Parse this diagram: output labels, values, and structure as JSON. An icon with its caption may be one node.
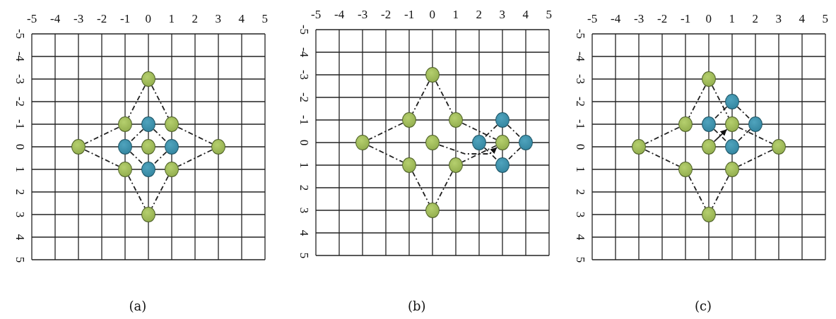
{
  "diagram": {
    "nodes": [
      {
        "text": [],
        "shape": "circle"
      },
      {
        "text": [],
        "shape": "circle"
      },
      {
        "text": [],
        "shape": "circle"
      },
      {
        "text": [],
        "shape": "circle"
      },
      {
        "text": [],
        "shape": "circle"
      },
      {
        "text": [],
        "shape": "circle"
      },
      {
        "text": [],
        "shape": "circle"
      },
      {
        "text": [],
        "shape": "circle"
      },
      {
        "text": [],
        "shape": "circle"
      },
      {
        "text": [],
        "shape": "circle"
      },
      {
        "text": [],
        "shape": "circle"
      },
      {
        "text": [],
        "shape": "circle"
      },
      {
        "text": [],
        "shape": "circle"
      },
      {
        "text": [],
        "shape": "circle"
      },
      {
        "text": [],
        "shape": "circle"
      },
      {
        "text": [],
        "shape": "circle"
      },
      {
        "text": [],
        "shape": "circle"
      },
      {
        "text": [],
        "shape": "circle"
      },
      {
        "text": [],
        "shape": "circle"
      },
      {
        "text": [],
        "shape": "circle"
      },
      {
        "text": [],
        "shape": "circle"
      },
      {
        "text": [],
        "shape": "circle"
      },
      {
        "text": [],
        "shape": "circle"
      },
      {
        "text": [],
        "shape": "circle"
      },
      {
        "text": [],
        "shape": "circle"
      },
      {
        "text": [],
        "shape": "circle"
      },
      {
        "text": [],
        "shape": "circle"
      },
      {
        "text": [],
        "shape": "circle"
      },
      {
        "text": [],
        "shape": "circle"
      },
      {
        "text": [],
        "shape": "circle"
      },
      {
        "text": [],
        "shape": "circle"
      },
      {
        "text": [],
        "shape": "circle"
      },
      {
        "text": [],
        "shape": "circle"
      },
      {
        "text": [],
        "shape": "circle"
      },
      {
        "text": [],
        "shape": "circle"
      },
      {
        "text": [],
        "shape": "circle"
      },
      {
        "text": [],
        "shape": "circle"
      },
      {
        "text": [],
        "shape": "circle"
      },
      {
        "text": [],
        "shape": "circle"
      }
    ],
    "edges": [
      {
        "from": 0,
        "to": 1,
        "arrow": "none",
        "style": "dashed"
      },
      {
        "from": 0,
        "to": 3,
        "arrow": "none",
        "style": "dashed"
      },
      {
        "from": 1,
        "to": 4,
        "arrow": "none",
        "style": "dashed"
      },
      {
        "from": 3,
        "to": 8,
        "arrow": "none",
        "style": "dashed"
      },
      {
        "from": 4,
        "to": 9,
        "arrow": "none",
        "style": "dashed"
      },
      {
        "from": 8,
        "to": 11,
        "arrow": "none",
        "style": "dashed"
      },
      {
        "from": 9,
        "to": 12,
        "arrow": "none",
        "style": "dashed"
      },
      {
        "from": 11,
        "to": 12,
        "arrow": "none",
        "style": "dashed"
      },
      {
        "from": 2,
        "to": 5,
        "arrow": "none",
        "style": "dashed"
      },
      {
        "from": 2,
        "to": 7,
        "arrow": "none",
        "style": "dashed"
      },
      {
        "from": 5,
        "to": 10,
        "arrow": "none",
        "style": "dashed"
      },
      {
        "from": 7,
        "to": 10,
        "arrow": "none",
        "style": "dashed"
      },
      {
        "from": 13,
        "to": 14,
        "arrow": "none",
        "style": "dashed"
      },
      {
        "from": 13,
        "to": 15,
        "arrow": "none",
        "style": "dashed"
      },
      {
        "from": 14,
        "to": 17,
        "arrow": "none",
        "style": "dashed"
      },
      {
        "from": 15,
        "to": 20,
        "arrow": "none",
        "style": "dashed"
      },
      {
        "from": 17,
        "to": 22,
        "arrow": "none",
        "style": "dashed"
      },
      {
        "from": 20,
        "to": 23,
        "arrow": "none",
        "style": "dashed"
      },
      {
        "from": 22,
        "to": 25,
        "arrow": "none",
        "style": "dashed"
      },
      {
        "from": 23,
        "to": 25,
        "arrow": "none",
        "style": "dashed"
      },
      {
        "from": 16,
        "to": 19,
        "arrow": "none",
        "style": "dashed"
      },
      {
        "from": 16,
        "to": 21,
        "arrow": "none",
        "style": "dashed"
      },
      {
        "from": 19,
        "to": 24,
        "arrow": "none",
        "style": "dashed"
      },
      {
        "from": 21,
        "to": 24,
        "arrow": "none",
        "style": "dashed"
      },
      {
        "from": 18,
        "to": 20,
        "arrow": "to",
        "style": "dashed"
      },
      {
        "from": 26,
        "to": 28,
        "arrow": "none",
        "style": "dashed"
      },
      {
        "from": 26,
        "to": 30,
        "arrow": "none",
        "style": "dashed"
      },
      {
        "from": 28,
        "to": 32,
        "arrow": "none",
        "style": "dashed"
      },
      {
        "from": 30,
        "to": 35,
        "arrow": "none",
        "style": "dashed"
      },
      {
        "from": 32,
        "to": 36,
        "arrow": "none",
        "style": "dashed"
      },
      {
        "from": 35,
        "to": 37,
        "arrow": "none",
        "style": "dashed"
      },
      {
        "from": 36,
        "to": 38,
        "arrow": "none",
        "style": "dashed"
      },
      {
        "from": 37,
        "to": 38,
        "arrow": "none",
        "style": "dashed"
      },
      {
        "from": 27,
        "to": 29,
        "arrow": "none",
        "style": "dashed"
      },
      {
        "from": 27,
        "to": 31,
        "arrow": "none",
        "style": "dashed"
      },
      {
        "from": 29,
        "to": 34,
        "arrow": "none",
        "style": "dashed"
      },
      {
        "from": 31,
        "to": 34,
        "arrow": "none",
        "style": "dashed"
      },
      {
        "from": 33,
        "to": 30,
        "arrow": "to"
      }
    ],
    "labels": [
      "-5",
      "-4",
      "-3",
      "-2",
      "-1",
      "0",
      "1",
      "2",
      "3",
      "4",
      "5",
      "-5",
      "-4",
      "-3",
      "-2",
      "-1",
      "0",
      "1",
      "2",
      "3",
      "4",
      "5",
      "-5",
      "-4",
      "-3",
      "-2",
      "-1",
      "0",
      "1",
      "2",
      "3",
      "4",
      "5",
      "-5",
      "-4",
      "-3",
      "-2",
      "-1",
      "0",
      "1",
      "2",
      "3",
      "4",
      "5",
      "-5",
      "-4",
      "-3",
      "-2",
      "-1",
      "0",
      "1",
      "2",
      "3",
      "4",
      "5",
      "-5",
      "-4",
      "-3",
      "-2",
      "-1",
      "0",
      "1",
      "2",
      "3",
      "4",
      "5",
      "(a)",
      "(b)",
      "(c)"
    ]
  }
}
